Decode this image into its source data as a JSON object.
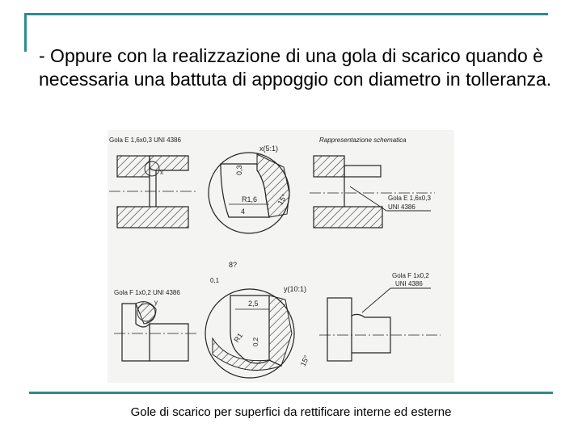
{
  "slide": {
    "body_text": "-  Oppure con la realizzazione di una gola di scarico quando è necessaria una battuta di appoggio con diametro in  tolleranza.",
    "caption": "Gole di scarico per superfici da rettificare interne ed esterne"
  },
  "figure": {
    "label_gola_e_top": "Gola  E  1,6x0,3  UNI  4386",
    "label_x_scale": "x(5:1)",
    "label_rappresentazione": "Rappresentazione  schematica",
    "label_x": "x",
    "label_dim_03": "0,3",
    "label_r16": "R1,6",
    "label_dim_4": "4",
    "label_15_top": "15°",
    "label_gola_e_right_1": "Gola  E  1,6x0,3",
    "label_gola_e_right_2": "UNI  4386",
    "label_8": "8?",
    "label_dim_01": "0,1",
    "label_gola_f_left": "Gola  F  1x0,2  UNI  4386",
    "label_y": "y",
    "label_y_scale": "y(10:1)",
    "label_dim_25": "2,5",
    "label_r1": "R1",
    "label_dim_02": "0,2",
    "label_15_bottom": "15°",
    "label_gola_f_right_1": "Gola  F  1x0,2",
    "label_gola_f_right_2": "UNI  4386"
  }
}
